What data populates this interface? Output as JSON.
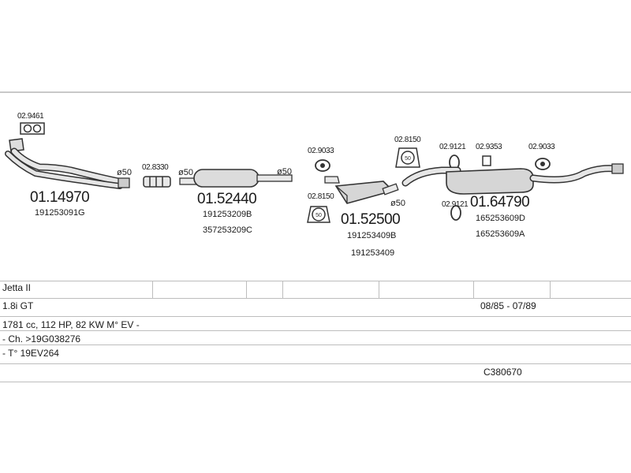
{
  "parts": {
    "p1": {
      "code": "01.14970",
      "ref": "191253091G",
      "clamp": "02.9461",
      "dia": "ø50"
    },
    "p2": {
      "code": "02.8330",
      "dia": "ø50"
    },
    "p3": {
      "code": "01.52440",
      "ref1": "191253209B",
      "ref2": "357253209C",
      "dia": "ø50"
    },
    "p4": {
      "code": "01.52500",
      "ref1": "191253409B",
      "ref2": "191253409",
      "hanger1": "02.9033",
      "hanger2": "02.8150",
      "hanger2_label": "50",
      "dia": "ø50"
    },
    "p5": {
      "code": "01.64790",
      "ref1": "165253609D",
      "ref2": "165253609A",
      "h1": "02.8150",
      "h1_label": "50",
      "h2": "02.9121",
      "h3": "02.9353",
      "h4": "02.9033",
      "h5": "02.9121"
    }
  },
  "table": {
    "model": "Jetta II",
    "engine": "1.8i GT",
    "years": "08/85 - 07/89",
    "spec": "1781 cc, 112 HP, 82 KW M° EV -",
    "chassis": "- Ch. >19G038276",
    "type": "- T° 19EV264",
    "set_code": "C380670"
  },
  "colors": {
    "line": "#bdbdbd",
    "text": "#1a1a1a",
    "part_fill": "#d9d9d9",
    "part_stroke": "#333333"
  }
}
